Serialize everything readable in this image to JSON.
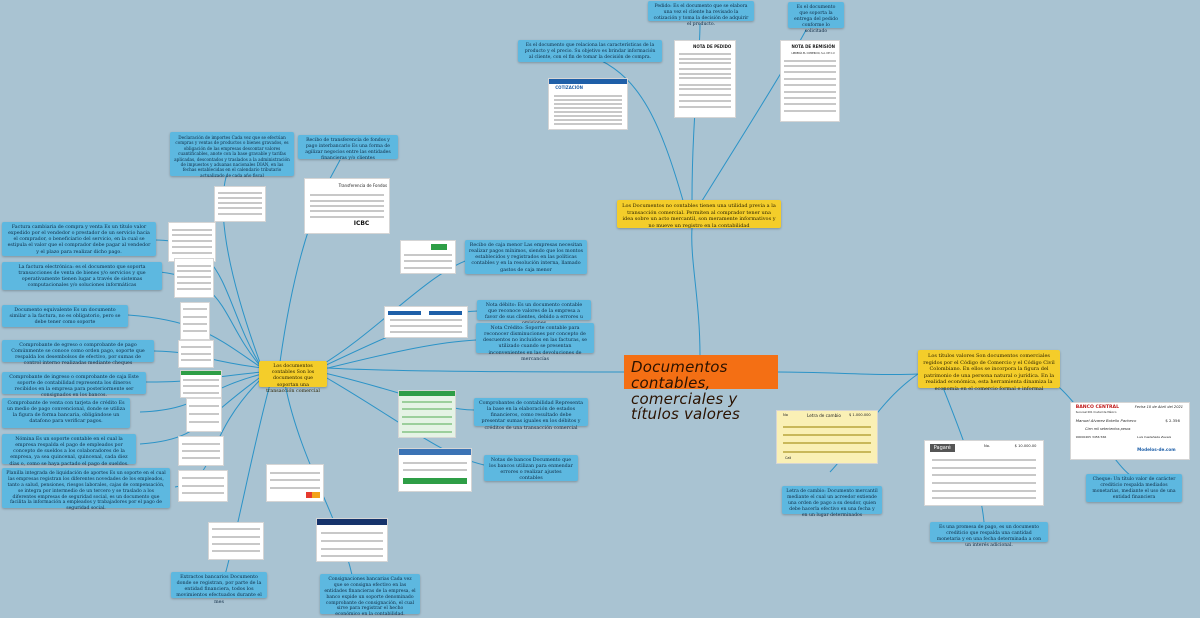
{
  "central": {
    "title": "Documentos contables, comerciales y títulos valores"
  },
  "branches": {
    "contables": "Los documentos contables Son los documentos que soportan una transacción comercial",
    "comerciales": "Los Documentos no contables tienen una utilidad previa a la transacción comercial. Permiten al comprador tener una idea sobre un acto mercantil, son meramente informativos y no mueve un registro en la contabilidad",
    "titulos": "Los títulos valores Son documentos comerciales regidos por el Código de Comercio y el Código Civil Colombiano. En ellos se incorpora la figura del patrimonio de una persona natural o jurídica. En la realidad económica, esta herramienta dinamiza la economía en el comercio formal e informal"
  },
  "notes": {
    "pedido": "Pedido: Es el documento que se elabora una vez el cliente ha revisado la cotización y toma la decisión de adquirir el producto.",
    "remision": "Es el documento que soporta la entrega del pedido conforme lo solicitado",
    "cotizacion": "Es el documento que relaciona las características de la producto y el precio. Su objetivo es brindar información al cliente, con el fin de tomar la decisión de compra.",
    "declaracion_importacion": "Declaración de importes Cada vez que se efectúan compras y ventas de productos o bienes gravados, es obligación de las empresas descontar valores cuantificables, anote con la base gravable y tarifas aplicadas, descontados y traslados a la administración de impuestos y aduanas nacionales DIAN, en las fechas establecidas en el calendario tributario actualizado de cada año fiscal",
    "transferencia": "Recibo de transferencia de fondos y pago interbancario Es una forma de agilizar negocios entre las entidades financieras y/o clientes",
    "factura": "Factura cambiaria de compra y venta Es un título valor expedido por el vendedor o prestador de un servicio hacia el comprador, o beneficiario del servicio, en la cual se estipula el valor que el comprador debe pagar al vendedor y el plazo para realizar dicho pago.",
    "factura_electronica": "La factura electrónica: es el documento que soporta transacciones de venta de bienes y/o servicios y que operativamente tienen lugar a través de sistemas computacionales y/o soluciones informáticas",
    "equivalente": "Documento equivalente Es un documento similar a la factura, no es obligatorio, pero se debe tener como soporte",
    "egreso": "Comprobante de egreso o comprobante de pago Comúnmente se conoce como orden pago, soporte que respalda los desembolsos de efectivo, por sumas de control interno realizadas mediante cheques",
    "ingreso": "Comprobante de ingreso o comprobante de caja Este soporte de contabilidad representa los dineros recibidos en la empresa para posteriormente ser consignados en los bancos.",
    "tarjeta": "Comprobante de venta con tarjeta de crédito Es un medio de pago convencional, donde se utiliza la figura de forma bancaria, obligándose un datafono para verificar pagos.",
    "nomina": "Nómina Es un soporte contable en el cual la empresa respalda el pago de empleados por concepto de sueldos a los colaboradores de la empresa, ya sea quincenal, quincenal, cada diez días o, como se haya pactado el pago de sueldos.",
    "planilla": "Planilla integrada de liquidación de aportes Es un soporte en el cual las empresas registran los diferentes novedades de los empleados, tanto a salud, pensiones, riesgos laborales, cajas de compensación, se integra por intermedio de un tercero y se traslado a los diferentes empresas de seguridad social, es un documento que facilita la información a empleados y trabajadores por el pago de seguridad social.",
    "extractos": "Extractos bancarios Documento donde se registran, por parte de la entidad financiera, todos los movimientos efectuados durante el mes",
    "consignaciones": "Consignaciones bancarias Cada vez que se consigna efectivo en las entidades financieras de la empresa, el banco expide un soporte denominado comprobante de consignación, el cual sirve para registrar el hecho económico en la contabilidad.",
    "recibo_caja": "Recibo de caja menor Las empresas necesitan realizar pagos mínimos, siendo que los montos establecidos y registrados en las políticas contables y en la resolución interna, llamado gastos de caja menor",
    "nota_debito": "Nota débito: Es un documento contable que reconoce valores de la empresa a favor de sus clientes, debido a errores u omisiones",
    "nota_credito": "Nota Crédito: Soporte contable para reconocer disminuciones por concepto de descuentos no incluidos en las facturas, se utilizado cuando se presentan inconvenientes en las devoluciones de mercancías",
    "comprobante_contabilidad": "Comprobantes de contabilidad Representa la base en la elaboración de estados financieros, como resultado debe presentar sumas iguales en los débitos y créditos de una transacción comercial",
    "notas_bancarias": "Notas de bancos Documento que los bancos utilizan para enmendar errores o realizar ajustes contables",
    "letra_cambio": "Letra de cambio: Documento mercantil mediante el cual un acreedor extiende una orden de pago a su deudor, quien debe hacerla efectivo en una fecha y en un lugar determinados",
    "pagare": "Es una promesa de pago, es un documento crediticio que respalda una cantidad monetaria y en una fecha determinada a con un interés adicional.",
    "cheque": "Cheque: Un título valor de carácter crediticio respalda mediados monetarias, mediante el uso de una entidad financiera"
  },
  "thumbs": {
    "pedido": {
      "title": "NOTA DE PEDIDO"
    },
    "remision": {
      "title": "NOTA DE REMISIÓN",
      "subtitle": "LIBRERÍA EL COMERCIO, S.A. DE C.V."
    },
    "cotizacion": {
      "title": "COTIZACIÓN"
    },
    "transferencia": {
      "title": "Transferencia de Fondos",
      "brand": "ICBC"
    },
    "letra": {
      "label": "Letra de cambio",
      "number": "No",
      "amount": "$ 1.000.000",
      "city": "Cali"
    },
    "pagare": {
      "title": "Pagaré",
      "number": "No.",
      "amount": "$ 10.000.00"
    },
    "cheque": {
      "bank": "BANCO CENTRAL",
      "city": "Sucursal 001 Ciudad de México",
      "date": "Fecha  10 de Abril del 2021",
      "payee": "Manuel Alvarez Botello Pacheco",
      "amount": "$ 2.356",
      "words": "Cien mil setecientos pesos",
      "account": "90000465 3456 566",
      "signer": "Luis Castañeda Zavala",
      "footer": "Modelos-de.com"
    }
  },
  "colors": {
    "background": "#a9c3d2",
    "note": "#5db8e0",
    "branch": "#f4cd2a",
    "central": "#f46f14",
    "links": "#2b93c7"
  }
}
